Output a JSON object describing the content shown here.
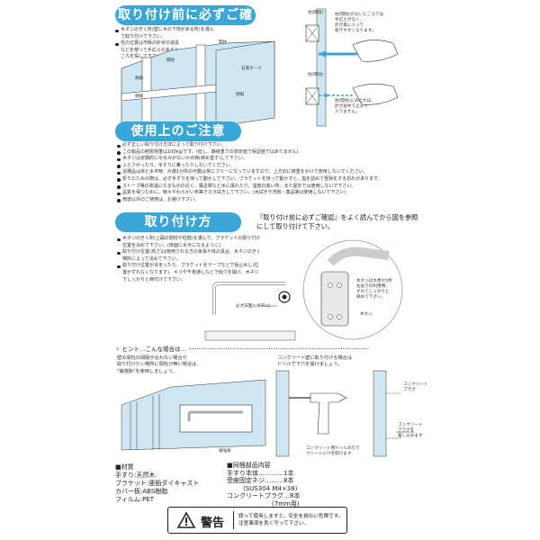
{
  "section1": {
    "title": "取り付け前に必ずご確認!!",
    "bullets": [
      "木ネジのきく所(壁に木の下地がある所)を選んで取り付けて下さい。",
      "柱の位置は市販の針状の道具などを使って手応えのあるところを探して下さい。"
    ],
    "wall_labels": {
      "left_post": "間柱",
      "right_post": "間柱",
      "bottom": "胴縁",
      "board": "石膏ボード",
      "wall": "壁紙",
      "bottom2": "胴縁"
    },
    "callout_top": [
      "柱(間柱)のないところでは",
      "手応えがなく、",
      "針が奥に入って",
      "抜きやすくなります。"
    ],
    "callout_bottom": [
      "柱(間柱)にあたれば、",
      "針が途中で止まり",
      "入りません。"
    ],
    "label_post1": "柱(間柱)",
    "label_post2": "柱(間柱)"
  },
  "section2": {
    "title": "使用上のご注意",
    "bullets": [
      "必ず正しい取り付け方法によって取り付け下さい。",
      "この製品の制限荷重は100kg/です。(但し、静荷重での測定値で保証値ではありません)",
      "木ネジは定期的にゆるみがないか点検(締め直す)して下さい。",
      "ふらさがったり、手すりに乗ったりしないでください。",
      "浴槽品は床と水平時、片側1か所の可動は常にフリーになっていますので、上方向に荷重をかけて使用しないでください。",
      "折りたたみの際は、必ず手すりを持って動かして下さい。ブラケットを持って動かすと、指を詰めて怪我をする恐れがあります。",
      "ストーブ等の高温になるものの近く、風呂場など水に濡れたり、湿度の高い所、また屋外では使用しないで下さい。",
      "品質を保つために、時々やわらかい布等でカラ拭きして下さい。(水拭きや洗剤・薬品等は使用しないで下さい)",
      "用途以外のご使用は、お避け下さい。"
    ]
  },
  "section3": {
    "title": "取り付け方",
    "note": "『取り付け前に必ずご確認』をよく読んでから図を参照にして取り付けて下さい。",
    "bullets": [
      "木ネジのきく所(上図の間柱や柱部)を選んで、ブラケットの取り付け位置を決めて下さい。(床面に水平になるように)",
      "取り付け位置(高さ)は使用される方の身長や体の具合、木ネジのきく場所によって決めて下さい。",
      "取り付け位置が決まったら、ブラケットをテープなどで仮止めし(位置がずれなくなります)、キリや千枚通しなどで仮穴を開け、木ネジでしっかりと締付けて下さい。"
    ],
    "label_horizontal": "必ず床面に水平に!",
    "label_screw_note": [
      "木ネジは太者4カ所",
      "左右での利用時、",
      "ずれてしっかりと",
      "締めて下さい。"
    ],
    "label_screw": "木ネジ"
  },
  "section4": {
    "title": "ヒント…こんな場合は…",
    "left_text": [
      "壁の間柱の間隔が合わない場合や",
      "取り付けたい場所に間柱が無い場合は、",
      "\"補強板\"を使用しましょう。"
    ],
    "label_board": "補強板",
    "right_text": [
      "コンクリート壁に取り付ける場合は",
      "ドリルで下穴を開けましょう。"
    ],
    "label_plug1": [
      "コンクリート",
      "プラグ"
    ],
    "label_plug2": [
      "コンクリート",
      "プラグを",
      "差し込みます"
    ],
    "label_drill": [
      "コンクリート用ドリルの刃で",
      "クリートに穴を開けます"
    ]
  },
  "materials": {
    "heading": "■材質",
    "rows": [
      "手すり:天然木",
      "ブラケット:亜鉛ダイキャスト",
      "カバー板:ABS樹脂",
      "フィルム:PET"
    ]
  },
  "contents": {
    "heading": "■同梱部品内容",
    "rows": [
      "手すり本体…………1本",
      "受座固定ネジ………8本",
      "(SUS304 M4×38)",
      "コンクリートプラグ…8本",
      "(7mm用)"
    ]
  },
  "warning": {
    "label": "警告",
    "text": [
      "誤って使用しますと、安全を損ない危険です。",
      "注意事項を良く守って下さい。"
    ]
  },
  "colors": {
    "accent": "#3aa6d8",
    "wall": "#cfe7f3",
    "dark": "#222222"
  }
}
